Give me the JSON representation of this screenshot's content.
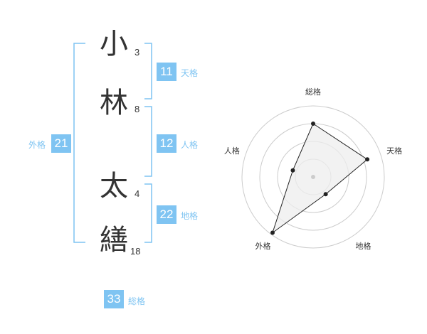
{
  "name": {
    "chars": [
      {
        "char": "小",
        "strokes": "3"
      },
      {
        "char": "林",
        "strokes": "8"
      },
      {
        "char": "太",
        "strokes": "4"
      },
      {
        "char": "繕",
        "strokes": "18"
      }
    ]
  },
  "fortune": {
    "tenkaku": {
      "value": "11",
      "label": "天格"
    },
    "jinkaku": {
      "value": "12",
      "label": "人格"
    },
    "chikaku": {
      "value": "22",
      "label": "地格"
    },
    "gaikaku": {
      "value": "21",
      "label": "外格"
    },
    "soukaku": {
      "value": "33",
      "label": "総格"
    }
  },
  "colors": {
    "accent": "#7fc4f2",
    "text": "#333333",
    "radar_fill": "#eeeeee"
  },
  "chart_data": {
    "type": "radar",
    "axes": [
      "総格",
      "天格",
      "地格",
      "外格",
      "人格"
    ],
    "values": [
      0.75,
      0.8,
      0.3,
      0.97,
      0.3
    ],
    "range": [
      0,
      1
    ],
    "rings": 4
  }
}
